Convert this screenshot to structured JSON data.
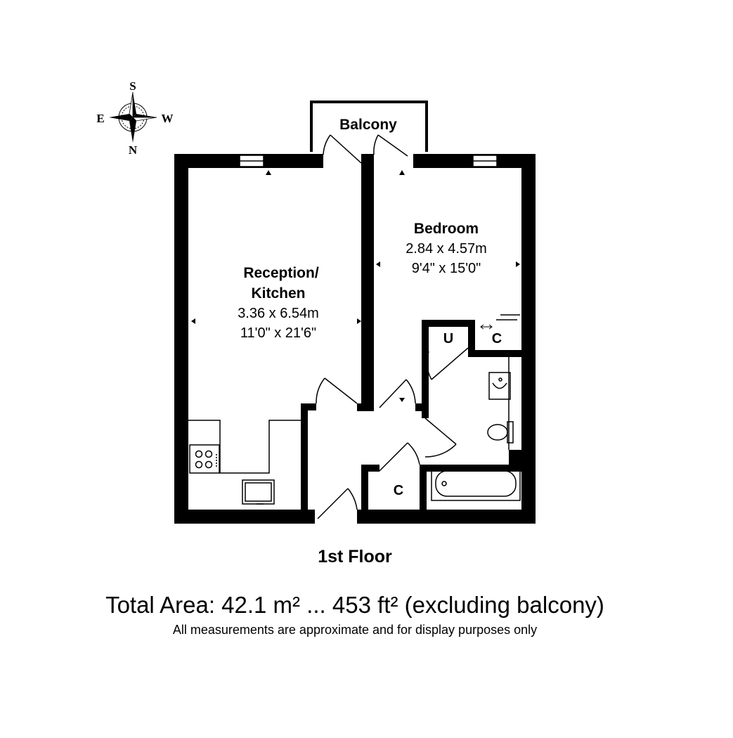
{
  "compass": {
    "top": "S",
    "left": "E",
    "right": "W",
    "bottom": "N"
  },
  "rooms": {
    "balcony": {
      "name": "Balcony"
    },
    "reception": {
      "name_line1": "Reception/",
      "name_line2": "Kitchen",
      "metric": "3.36 x 6.54m",
      "imperial": "11'0\" x 21'6\""
    },
    "bedroom": {
      "name": "Bedroom",
      "metric": "2.84 x 4.57m",
      "imperial": "9'4\" x 15'0\""
    },
    "utility": {
      "name": "U"
    },
    "cupboard_bedroom": {
      "name": "C"
    },
    "cupboard_hall": {
      "name": "C"
    }
  },
  "footer": {
    "floor": "1st Floor",
    "total_area": "Total Area: 42.1 m² ... 453 ft² (excluding balcony)",
    "note": "All measurements are approximate and for display purposes only"
  }
}
